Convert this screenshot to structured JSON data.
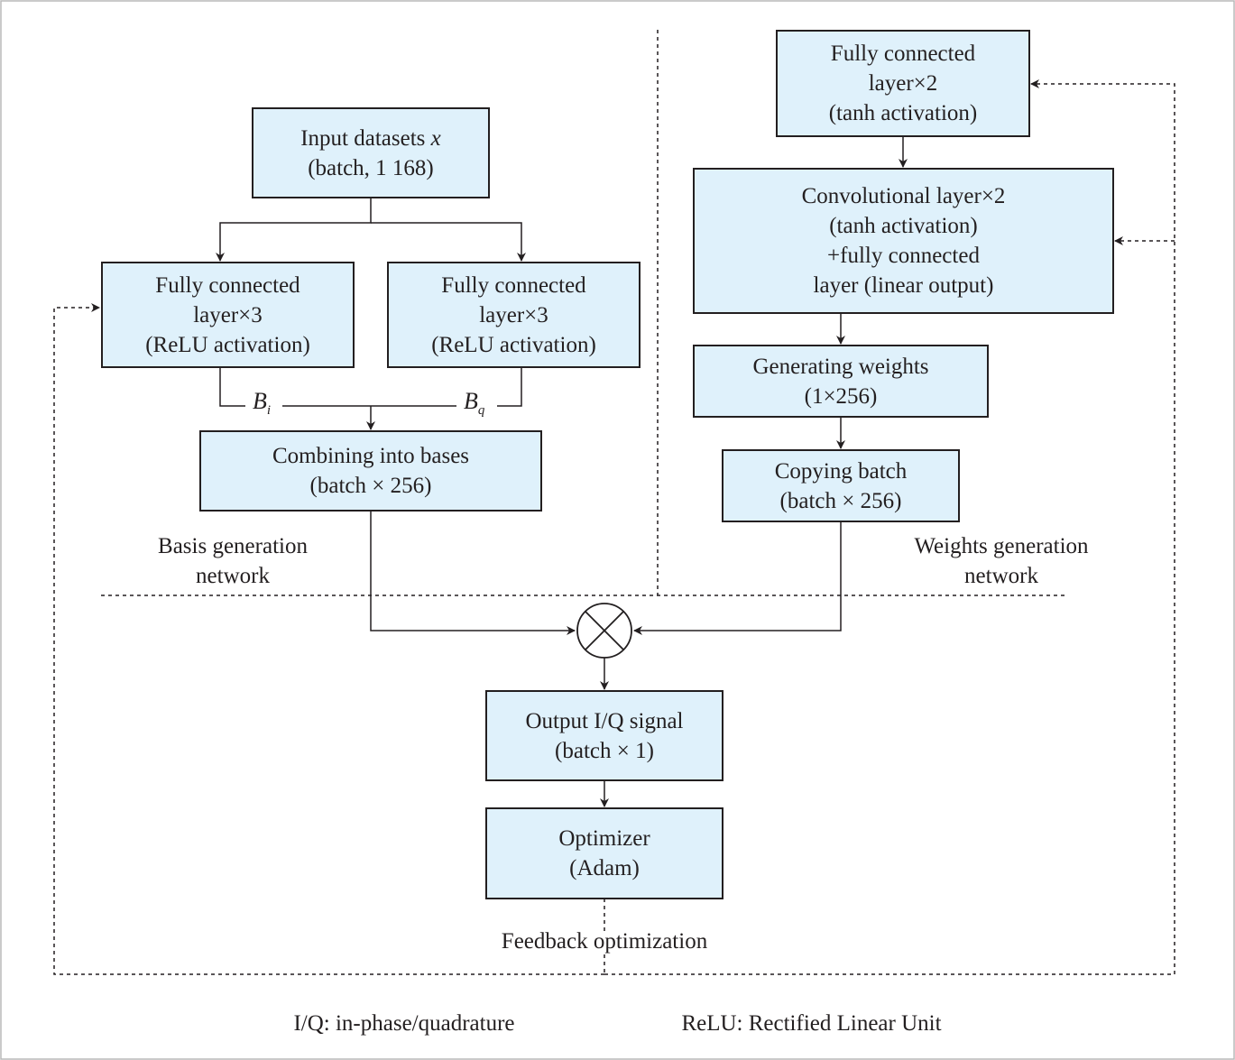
{
  "colors": {
    "box_fill": "#dff1fb",
    "stroke": "#231f20",
    "frame": "#b8b8b8"
  },
  "boxes": {
    "input": {
      "line1": "Input datasets ",
      "var": "x",
      "line2": "(batch, 1 168)"
    },
    "fc_left": {
      "line1": "Fully connected",
      "line2": "layer×3",
      "line3": "(ReLU activation)"
    },
    "fc_right": {
      "line1": "Fully connected",
      "line2": "layer×3",
      "line3": "(ReLU activation)"
    },
    "combine": {
      "line1": "Combining into bases",
      "line2": "(batch × 256)"
    },
    "fc_top": {
      "line1": "Fully connected",
      "line2": "layer×2",
      "line3": "(tanh activation)"
    },
    "conv": {
      "line1": "Convolutional layer×2",
      "line2": "(tanh activation)",
      "line3": "+fully connected",
      "line4": "layer (linear output)"
    },
    "gen_weights": {
      "line1": "Generating weights",
      "line2": "(1×256)"
    },
    "copy_batch": {
      "line1": "Copying batch",
      "line2": "(batch × 256)"
    },
    "output": {
      "line1": "Output I/Q signal",
      "line2": "(batch × 1)"
    },
    "optimizer": {
      "line1": "Optimizer",
      "line2": "(Adam)"
    }
  },
  "symbols": {
    "bi": {
      "base": "B",
      "sub": "i"
    },
    "bq": {
      "base": "B",
      "sub": "q"
    }
  },
  "labels": {
    "basis_network": {
      "line1": "Basis generation",
      "line2": "network"
    },
    "weights_network": {
      "line1": "Weights generation",
      "line2": "network"
    },
    "feedback": "Feedback optimization"
  },
  "footnotes": {
    "iq": "I/Q: in-phase/quadrature",
    "relu": "ReLU: Rectified Linear Unit"
  }
}
